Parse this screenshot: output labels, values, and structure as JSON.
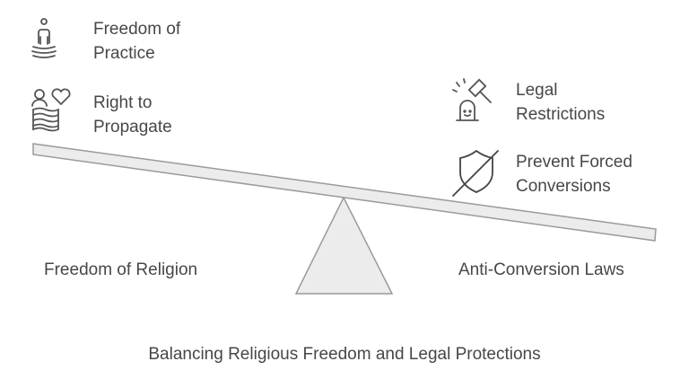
{
  "left": {
    "label": "Freedom of Religion",
    "items": [
      {
        "line1": "Freedom of",
        "line2": "Practice",
        "icon": "meditation-icon"
      },
      {
        "line1": "Right to",
        "line2": "Propagate",
        "icon": "people-heart-book-icon"
      }
    ]
  },
  "right": {
    "label": "Anti-Conversion Laws",
    "items": [
      {
        "line1": "Legal",
        "line2": "Restrictions",
        "icon": "gavel-icon"
      },
      {
        "line1": "Prevent Forced",
        "line2": "Conversions",
        "icon": "shield-slash-icon"
      }
    ]
  },
  "caption": "Balancing Religious Freedom and Legal Protections",
  "colors": {
    "beam_fill": "#ececec",
    "stroke": "#9a9a9a",
    "text": "#474747"
  }
}
